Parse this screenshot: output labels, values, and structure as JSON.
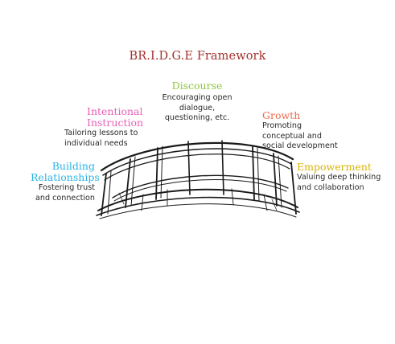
{
  "title": "BR.I.D.G.E Framework",
  "colors": {
    "title": "#a3322e",
    "discourse": "#8cc63f",
    "intentional": "#e75fb7",
    "growth": "#ef6a4c",
    "empowerment": "#d9b400",
    "building": "#2ab4e6",
    "bridge_ink": "#1a1a1a"
  },
  "nodes": {
    "discourse": {
      "head": "Discourse",
      "desc": [
        "Encouraging open",
        "dialogue,",
        "questioning, etc."
      ]
    },
    "intentional": {
      "head": [
        "Intentional",
        "Instruction"
      ],
      "desc": [
        "Tailoring lessons to",
        "individual needs"
      ]
    },
    "growth": {
      "head": "Growth",
      "desc": [
        "Promoting",
        "conceptual and",
        "social development"
      ]
    },
    "empowerment": {
      "head": "Empowerment",
      "desc": [
        "Valuing deep thinking",
        "and collaboration"
      ]
    },
    "building": {
      "head": [
        "Building",
        "Relationships"
      ],
      "desc": [
        "Fostering trust",
        "and connection"
      ]
    }
  },
  "illustration": {
    "icon": "bridge-sketch-icon"
  }
}
